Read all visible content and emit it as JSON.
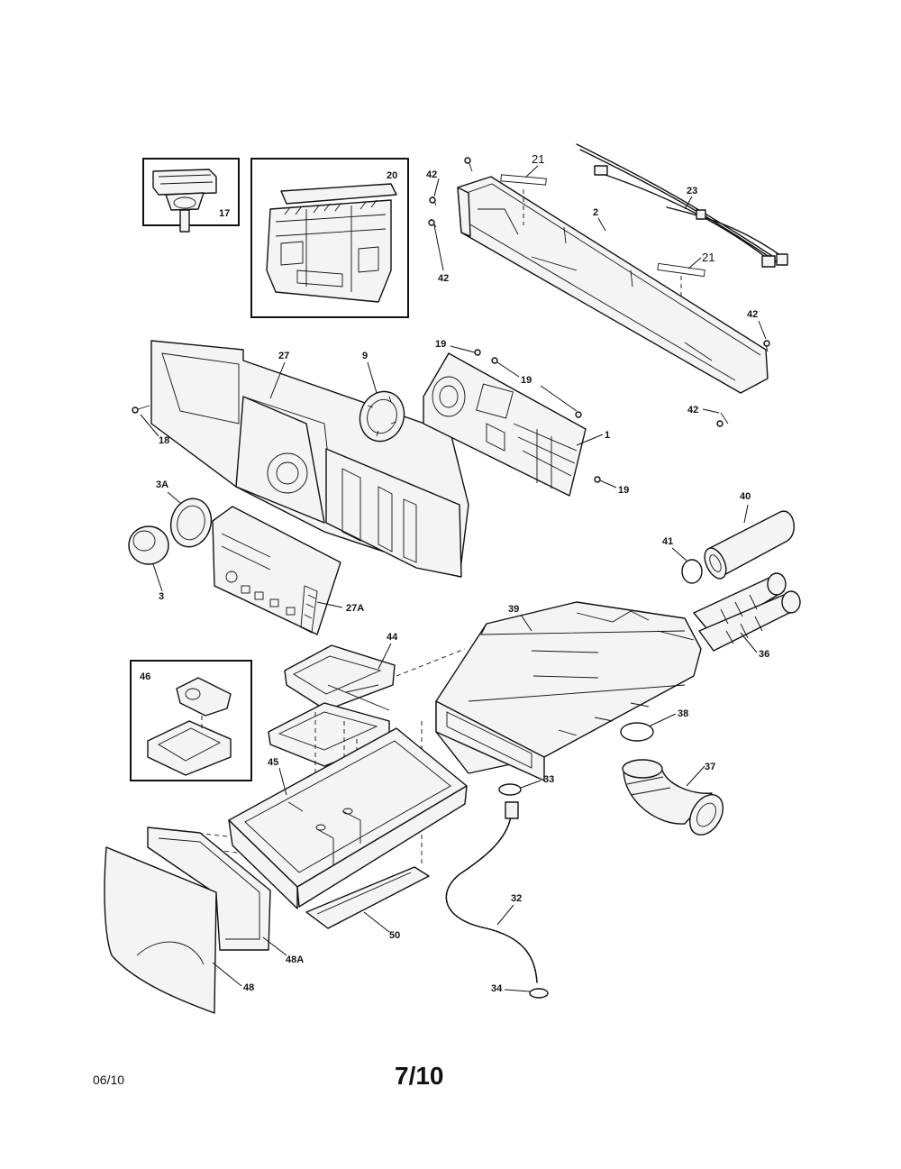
{
  "callouts": {
    "c17": "17",
    "c20": "20",
    "c21a": "21",
    "c21b": "21",
    "c23": "23",
    "c2": "2",
    "c42a": "42",
    "c42b": "42",
    "c42c": "42",
    "c42d": "42",
    "c19a": "19",
    "c19b": "19",
    "c19c": "19",
    "c27": "27",
    "c9": "9",
    "c18": "18",
    "c1": "1",
    "c3A": "3A",
    "c3": "3",
    "c27A": "27A",
    "c40": "40",
    "c41": "41",
    "c39": "39",
    "c36": "36",
    "c44": "44",
    "c46": "46",
    "c45": "45",
    "c38": "38",
    "c37": "37",
    "c33": "33",
    "c32": "32",
    "c34": "34",
    "c50": "50",
    "c48A": "48A",
    "c48": "48"
  },
  "footer": {
    "date": "06/10",
    "page": "7/10"
  }
}
